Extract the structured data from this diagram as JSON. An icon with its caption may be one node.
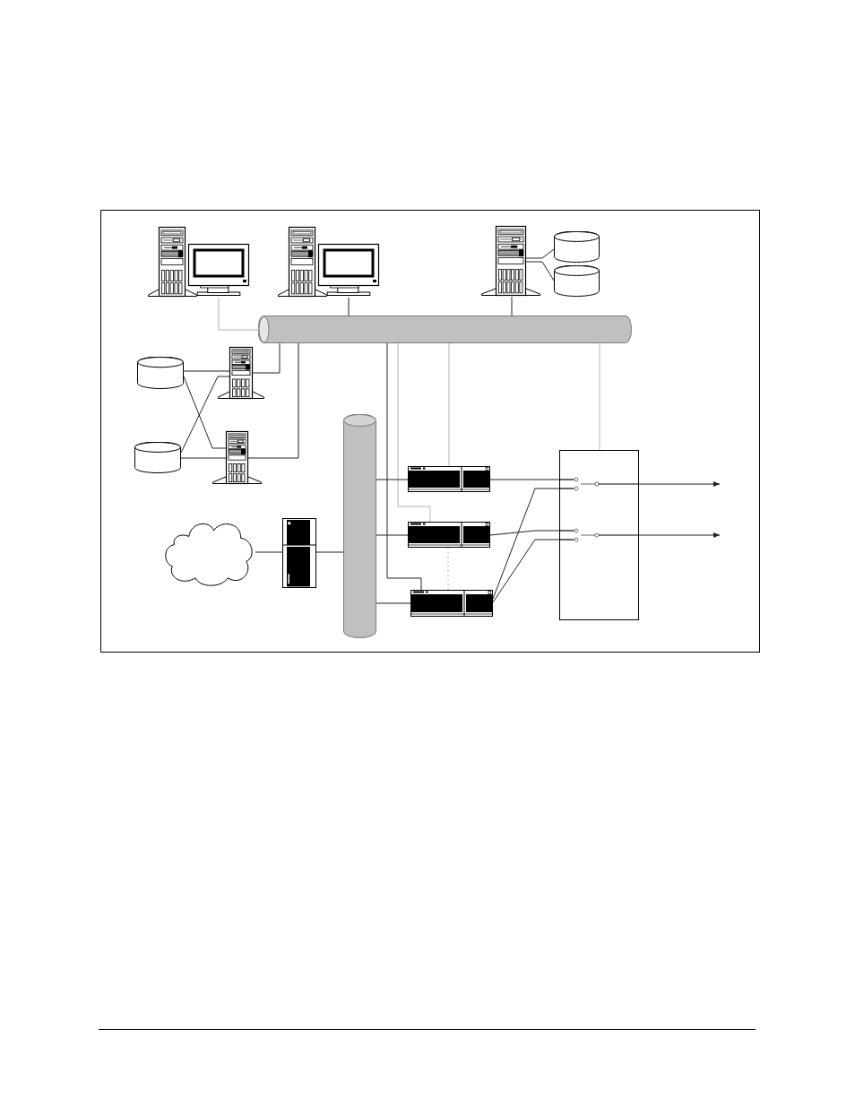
{
  "diagram": {
    "nodes": [
      {
        "text": [],
        "shape": "picture"
      },
      {
        "text": [],
        "shape": "picture"
      },
      {
        "text": [],
        "shape": "picture"
      },
      {
        "text": [],
        "shape": "cylinder"
      },
      {
        "text": [],
        "shape": "cylinder"
      },
      {
        "text": [],
        "shape": "cylinder"
      },
      {
        "text": [],
        "shape": "cylinder"
      },
      {
        "text": [],
        "shape": "picture"
      },
      {
        "text": [],
        "shape": "cylinder"
      },
      {
        "text": [],
        "shape": "picture"
      },
      {
        "text": [],
        "shape": "cylinder"
      },
      {
        "text": [],
        "shape": "cloud"
      },
      {
        "text": [],
        "shape": "picture"
      },
      {
        "text": [],
        "shape": "picture"
      },
      {
        "text": [],
        "shape": "picture"
      },
      {
        "text": [],
        "shape": "picture"
      },
      {
        "text": [],
        "shape": "box"
      }
    ],
    "edges": [
      {
        "from": 0,
        "to": 5,
        "arrow": "none",
        "color": "#b4b4b4"
      },
      {
        "from": 1,
        "to": 5,
        "arrow": "none"
      },
      {
        "from": 2,
        "to": 3,
        "arrow": "none"
      },
      {
        "from": 2,
        "to": 4,
        "arrow": "none"
      },
      {
        "from": 2,
        "to": 5,
        "arrow": "none"
      },
      {
        "from": 6,
        "to": 7,
        "arrow": "none"
      },
      {
        "from": 6,
        "to": 9,
        "arrow": "none"
      },
      {
        "from": 7,
        "to": 5,
        "arrow": "none"
      },
      {
        "from": 8,
        "to": 7,
        "arrow": "none"
      },
      {
        "from": 8,
        "to": 9,
        "arrow": "none"
      },
      {
        "from": 9,
        "to": 5,
        "arrow": "none"
      },
      {
        "from": 5,
        "to": 13,
        "arrow": "none",
        "color": "#b4b4b4"
      },
      {
        "from": 5,
        "to": 14,
        "arrow": "none",
        "color": "#b4b4b4"
      },
      {
        "from": 5,
        "to": 15,
        "arrow": "none"
      },
      {
        "from": 5,
        "to": 16,
        "arrow": "none",
        "color": "#b4b4b4"
      },
      {
        "from": 11,
        "to": 12,
        "arrow": "none"
      },
      {
        "from": 12,
        "to": 10,
        "arrow": "none"
      },
      {
        "from": 10,
        "to": 13,
        "arrow": "none"
      },
      {
        "from": 10,
        "to": 14,
        "arrow": "none"
      },
      {
        "from": 10,
        "to": 15,
        "arrow": "none"
      },
      {
        "from": 14,
        "to": 15,
        "arrow": "none",
        "style": "dashed",
        "color": "#b4b4b4"
      },
      {
        "from": 13,
        "to": 16,
        "arrow": "none"
      },
      {
        "from": 15,
        "to": 16,
        "arrow": "none"
      },
      {
        "from": 14,
        "to": 16,
        "arrow": "none"
      },
      {
        "from": 15,
        "to": 16,
        "arrow": "none"
      },
      {
        "from": 16,
        "to": null,
        "arrow": "to"
      },
      {
        "from": 16,
        "to": null,
        "arrow": "to"
      }
    ]
  }
}
